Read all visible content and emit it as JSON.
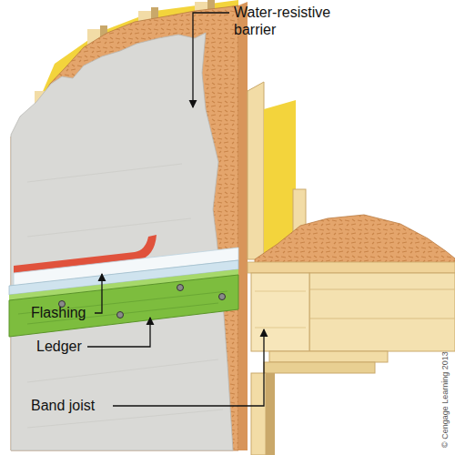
{
  "diagram": {
    "labels": [
      "Water-resistive barrier",
      "Flashing",
      "Ledger",
      "Band joist",
      "© Cengage Learning 2013"
    ]
  }
}
